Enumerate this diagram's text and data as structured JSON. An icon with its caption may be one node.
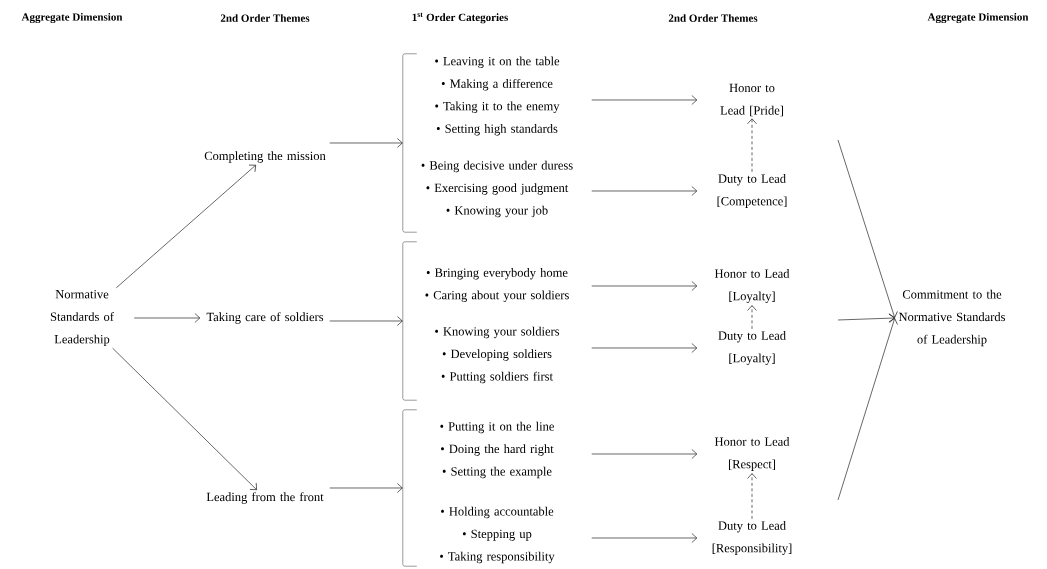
{
  "diagram": {
    "nodes": [
      {
        "text": [
          "Normative Standards of Leadership"
        ]
      },
      {
        "text": [
          "Completing the mission"
        ]
      },
      {
        "text": [
          "Taking care of soldiers"
        ]
      },
      {
        "text": [
          "Leading from the front"
        ]
      },
      {
        "text": [],
        "shape": "bracket"
      },
      {
        "text": [
          "• Leaving it on the table",
          "• Making a difference",
          "• Taking it to the enemy",
          "• Setting high standards"
        ]
      },
      {
        "text": [
          "• Being decisive under duress",
          "• Exercising good judgment",
          "• Knowing your job"
        ]
      },
      {
        "text": [],
        "shape": "bracket"
      },
      {
        "text": [
          "• Bringing everybody home",
          "• Caring about your soldiers"
        ]
      },
      {
        "text": [
          "• Knowing your soldiers",
          "• Developing soldiers",
          "• Putting soldiers first"
        ]
      },
      {
        "text": [],
        "shape": "bracket"
      },
      {
        "text": [
          "• Putting it on the line",
          "• Doing the hard right",
          "• Setting the example"
        ]
      },
      {
        "text": [
          "• Holding accountable",
          "• Stepping up",
          "• Taking responsibility"
        ]
      },
      {
        "text": [
          "Honor to Lead [Pride]"
        ]
      },
      {
        "text": [
          "Duty to Lead [Competence]"
        ]
      },
      {
        "text": [
          "Honor to Lead [Loyalty]"
        ]
      },
      {
        "text": [
          "Duty to Lead [Loyalty]"
        ]
      },
      {
        "text": [
          "Honor to Lead [Respect]"
        ]
      },
      {
        "text": [
          "Duty to Lead [Responsibility]"
        ]
      },
      {
        "text": [
          "Commitment to the Normative Standards of Leadership"
        ]
      }
    ],
    "edges": [
      {
        "from": 0,
        "to": 1,
        "arrow": "to"
      },
      {
        "from": 0,
        "to": 2,
        "arrow": "to"
      },
      {
        "from": 0,
        "to": 3,
        "arrow": "to"
      },
      {
        "from": 1,
        "to": 4,
        "arrow": "to"
      },
      {
        "from": 2,
        "to": 7,
        "arrow": "to"
      },
      {
        "from": 3,
        "to": 10,
        "arrow": "to"
      },
      {
        "from": 5,
        "to": 13,
        "arrow": "to"
      },
      {
        "from": 6,
        "to": 14,
        "arrow": "to"
      },
      {
        "from": 8,
        "to": 15,
        "arrow": "to"
      },
      {
        "from": 9,
        "to": 16,
        "arrow": "to"
      },
      {
        "from": 11,
        "to": 17,
        "arrow": "to"
      },
      {
        "from": 12,
        "to": 18,
        "arrow": "to"
      },
      {
        "from": 14,
        "to": 13,
        "arrow": "to",
        "style": "dashed"
      },
      {
        "from": 16,
        "to": 15,
        "arrow": "to",
        "style": "dashed"
      },
      {
        "from": 18,
        "to": 17,
        "arrow": "to",
        "style": "dashed"
      },
      {
        "from": null,
        "to": 19,
        "arrow": "to"
      },
      {
        "from": null,
        "to": 19,
        "arrow": "to"
      },
      {
        "from": null,
        "to": 19,
        "arrow": "to"
      }
    ],
    "labels": [
      "Aggregate Dimension",
      "2nd Order Themes",
      "1$^{st}$ Order Categories",
      "2nd Order Themes",
      "Aggregate Dimension"
    ]
  }
}
